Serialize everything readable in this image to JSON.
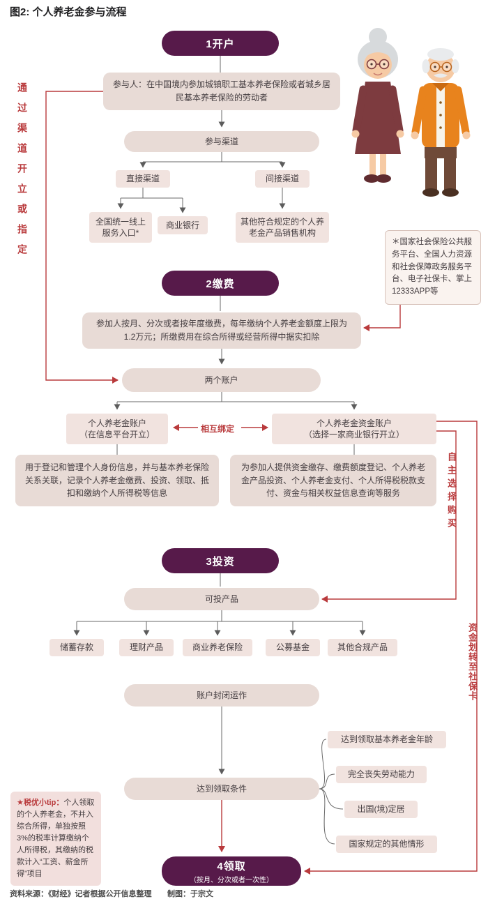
{
  "title": "图2: 个人养老金参与流程",
  "colors": {
    "step_purple": "#571a4a",
    "accent_red": "#b93a3c",
    "box_beige": "#e8dbd6",
    "box_pink": "#f1e3df"
  },
  "steps": {
    "s1": "1开户",
    "s2": "2缴费",
    "s3": "3投资",
    "s4": "4领取",
    "s4_sub": "（按月、分次或者一次性）"
  },
  "open": {
    "participant": "参与人：在中国境内参加城镇职工基本养老保险或者城乡居民基本养老保险的劳动者",
    "channel": "参与渠道",
    "direct": "直接渠道",
    "indirect": "间接渠道",
    "portal": "全国统一线上服务入口*",
    "bank": "商业银行",
    "other_org": "其他符合规定的个人养老金产品销售机构",
    "portal_note": "＊国家社会保险公共服务平台、全国人力资源和社会保障政务服务平台、电子社保卡、掌上12333APP等",
    "side_label": "通过渠道开立或指定"
  },
  "pay": {
    "desc": "参加人按月、分次或者按年度缴费，每年缴纳个人养老金额度上限为1.2万元；所缴费用在综合所得或经营所得中据实扣除",
    "two_accounts": "两个账户",
    "acct1_l1": "个人养老金账户",
    "acct1_l2": "（在信息平台开立）",
    "acct2_l1": "个人养老金资金账户",
    "acct2_l2": "（选择一家商业银行开立）",
    "bind": "相互绑定",
    "acct1_desc": "用于登记和管理个人身份信息，并与基本养老保险关系关联，记录个人养老金缴费、投资、领取、抵扣和缴纳个人所得税等信息",
    "acct2_desc": "为参加人提供资金缴存、缴费额度登记、个人养老金产品投资、个人养老金支付、个人所得税税款支付、资金与相关权益信息查询等服务",
    "side_label": "自主选择购买"
  },
  "invest": {
    "products_title": "可投产品",
    "products": [
      "储蓄存款",
      "理财产品",
      "商业养老保险",
      "公募基金",
      "其他合规产品"
    ],
    "closed": "账户封闭运作",
    "condition": "达到领取条件",
    "conditions": [
      "达到领取基本养老金年龄",
      "完全丧失劳动能力",
      "出国(境)定居",
      "国家规定的其他情形"
    ],
    "side_label": "资金划转至社保卡",
    "tip_star": "★",
    "tip_head": "税优小tip：",
    "tip_body": "个人领取的个人养老金，不并入综合所得，单独按照3%的税率计算缴纳个人所得税，其缴纳的税款计入“工资、薪金所得”项目"
  },
  "footer": {
    "source": "资料来源：《财经》记者根据公开信息整理",
    "credit": "制图：于宗文"
  }
}
